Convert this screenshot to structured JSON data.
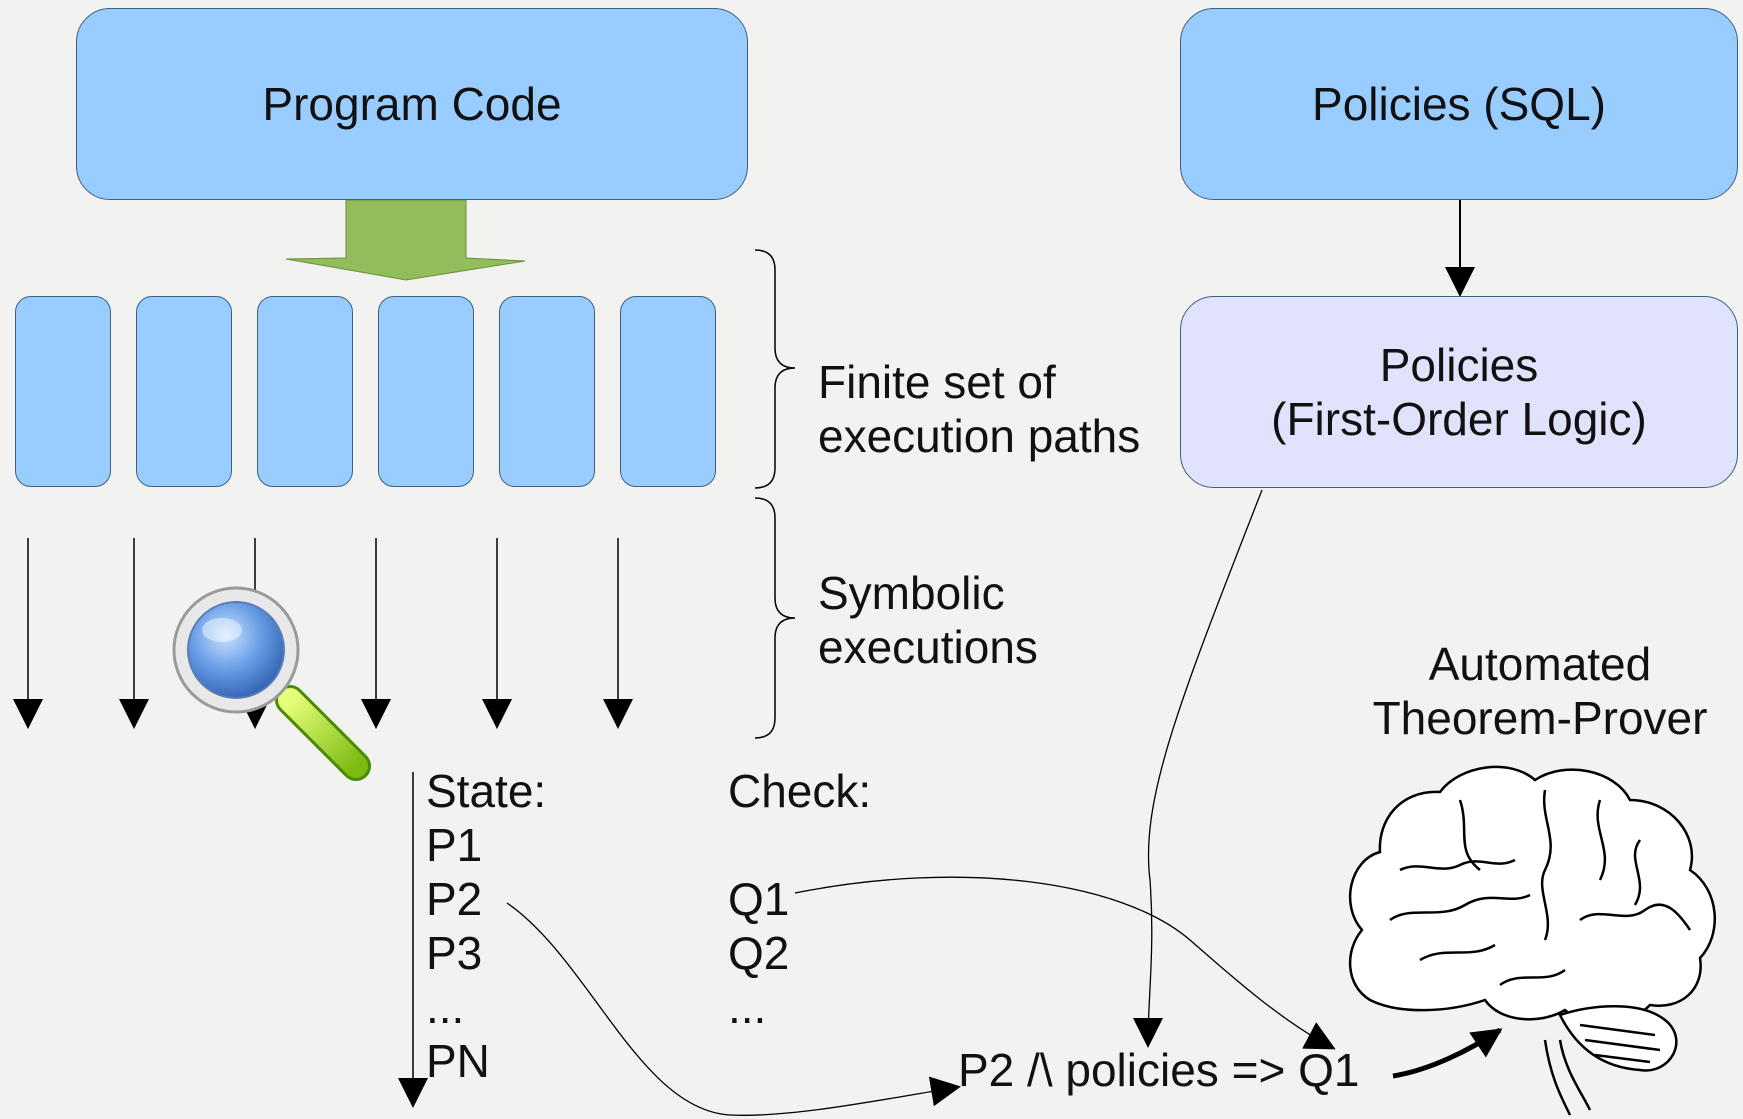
{
  "boxes": {
    "program_code": "Program Code",
    "policies_sql": "Policies (SQL)",
    "policies_fol_line1": "Policies",
    "policies_fol_line2": "(First-Order Logic)"
  },
  "labels": {
    "finite_paths_line1": "Finite set of",
    "finite_paths_line2": "execution paths",
    "symbolic_line1": "Symbolic",
    "symbolic_line2": "executions",
    "prover_line1": "Automated",
    "prover_line2": "Theorem-Prover",
    "formula": "P2 /\\ policies => Q1"
  },
  "state": {
    "title": "State:",
    "items": [
      "P1",
      "P2",
      "P3",
      "...",
      "PN"
    ]
  },
  "check": {
    "title": "Check:",
    "items": [
      "Q1",
      "Q2",
      "..."
    ]
  },
  "icons": [
    "magnifier-icon",
    "brain-icon"
  ],
  "colors": {
    "box_blue": "#99ccff",
    "box_lavender": "#e1e3fc",
    "arrow_green": "#92bd5a"
  }
}
